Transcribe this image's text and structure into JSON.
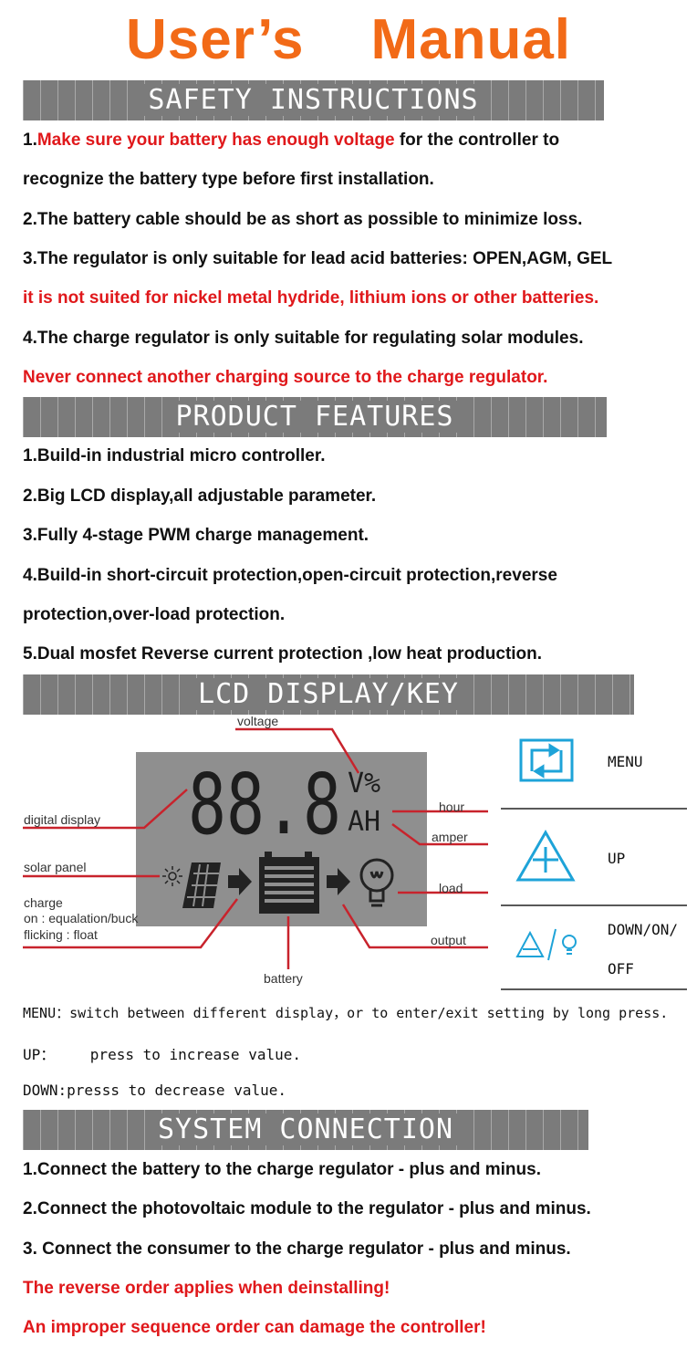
{
  "title": "User’s    Manual",
  "sections": {
    "safety": {
      "heading": "SAFETY INSTRUCTIONS",
      "l1_num": "1.",
      "l1_red": "Make sure your battery has enough voltage",
      "l1_rest": " for the controller to",
      "l2": "recognize the battery type before first installation.",
      "l3": "2.The battery cable should be as short as possible to minimize loss.",
      "l4": "3.The regulator is only suitable for lead acid batteries: OPEN,AGM, GEL",
      "l5": "it is not suited for nickel metal hydride, lithium ions or other batteries.",
      "l6": "4.The charge regulator is only suitable for regulating solar modules.",
      "l7": "Never connect another charging source to the charge regulator."
    },
    "features": {
      "heading": "PRODUCT FEATURES",
      "l1": "1.Build-in industrial micro controller.",
      "l2": "2.Big LCD display,all adjustable parameter.",
      "l3": "3.Fully 4-stage PWM charge management.",
      "l4": "4.Build-in short-circuit protection,open-circuit protection,reverse",
      "l5": "protection,over-load protection.",
      "l6": "5.Dual mosfet Reverse current protection ,low heat production."
    },
    "lcd": {
      "heading": "LCD DISPLAY/KEY",
      "digits": "88.8",
      "unit_top": "V%",
      "unit_bottom": "AH",
      "labels": {
        "voltage": "voltage",
        "digital_display": "digital display",
        "hour": "hour",
        "amper": "amper",
        "solar_panel": "solar panel",
        "load": "load",
        "charge": "charge",
        "charge_on": "on : equalation/buck",
        "charge_flick": "flicking : float",
        "output": "output",
        "battery": "battery"
      },
      "keys": {
        "menu": "MENU",
        "up": "UP",
        "down1": "DOWN/ON/",
        "down2": "OFF"
      },
      "desc": {
        "menu": "MENU：switch between different display，or to enter/exit setting by long press.",
        "up": "UP：    press to increase value.",
        "down": "DOWN:presss to decrease value."
      }
    },
    "connection": {
      "heading": "SYSTEM CONNECTION",
      "l1": "1.Connect the battery to the charge regulator - plus and minus.",
      "l2": "2.Connect the photovoltaic module to the regulator - plus and minus.",
      "l3": "3. Connect the consumer to the charge regulator - plus and minus.",
      "l4": "The reverse order applies when deinstalling!",
      "l5": "An improper sequence order can damage the controller!"
    }
  },
  "colors": {
    "title": "#f26a17",
    "red": "#e0181b",
    "banner": "#7b7b7b",
    "icon_blue": "#1ea3d8",
    "callout": "#c8232c"
  }
}
